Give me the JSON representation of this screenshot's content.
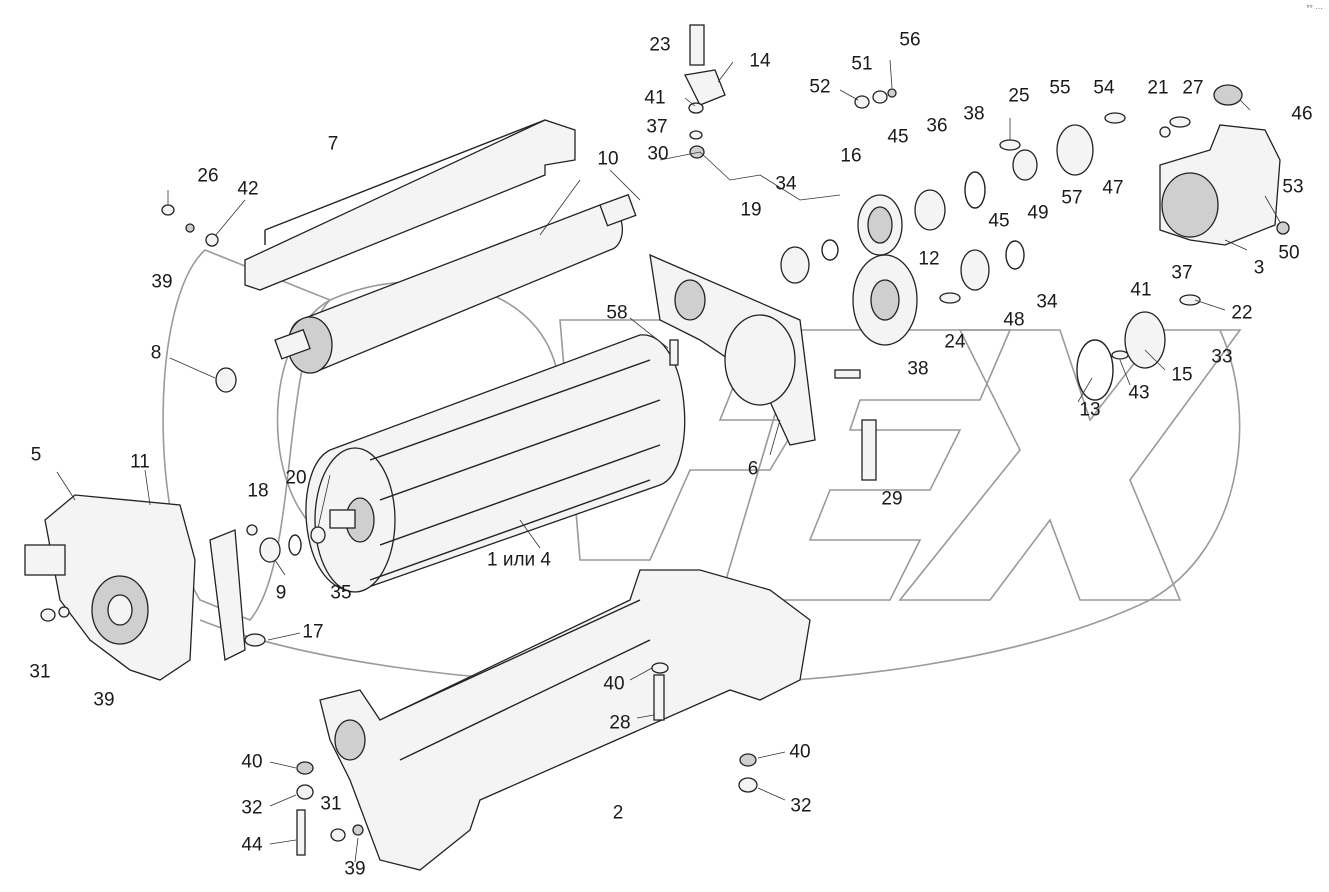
{
  "corner_mark": "°° ···",
  "callouts": [
    {
      "id": "c23",
      "text": "23"
    },
    {
      "id": "c14",
      "text": "14"
    },
    {
      "id": "c56",
      "text": "56"
    },
    {
      "id": "c51",
      "text": "51"
    },
    {
      "id": "c52",
      "text": "52"
    },
    {
      "id": "c41a",
      "text": "41"
    },
    {
      "id": "c37a",
      "text": "37"
    },
    {
      "id": "c30",
      "text": "30"
    },
    {
      "id": "c10",
      "text": "10"
    },
    {
      "id": "c7",
      "text": "7"
    },
    {
      "id": "c26",
      "text": "26"
    },
    {
      "id": "c42",
      "text": "42"
    },
    {
      "id": "c39a",
      "text": "39"
    },
    {
      "id": "c8",
      "text": "8"
    },
    {
      "id": "c45a",
      "text": "45"
    },
    {
      "id": "c16",
      "text": "16"
    },
    {
      "id": "c36",
      "text": "36"
    },
    {
      "id": "c38a",
      "text": "38"
    },
    {
      "id": "c25",
      "text": "25"
    },
    {
      "id": "c55",
      "text": "55"
    },
    {
      "id": "c54",
      "text": "54"
    },
    {
      "id": "c21",
      "text": "21"
    },
    {
      "id": "c27",
      "text": "27"
    },
    {
      "id": "c46",
      "text": "46"
    },
    {
      "id": "c34a",
      "text": "34"
    },
    {
      "id": "c19",
      "text": "19"
    },
    {
      "id": "c45b",
      "text": "45"
    },
    {
      "id": "c49",
      "text": "49"
    },
    {
      "id": "c57",
      "text": "57"
    },
    {
      "id": "c47",
      "text": "47"
    },
    {
      "id": "c53",
      "text": "53"
    },
    {
      "id": "c50",
      "text": "50"
    },
    {
      "id": "c3",
      "text": "3"
    },
    {
      "id": "c12",
      "text": "12"
    },
    {
      "id": "c34b",
      "text": "34"
    },
    {
      "id": "c48",
      "text": "48"
    },
    {
      "id": "c37b",
      "text": "37"
    },
    {
      "id": "c41b",
      "text": "41"
    },
    {
      "id": "c22",
      "text": "22"
    },
    {
      "id": "c58",
      "text": "58"
    },
    {
      "id": "c24",
      "text": "24"
    },
    {
      "id": "c38b",
      "text": "38"
    },
    {
      "id": "c33",
      "text": "33"
    },
    {
      "id": "c15",
      "text": "15"
    },
    {
      "id": "c43",
      "text": "43"
    },
    {
      "id": "c13",
      "text": "13"
    },
    {
      "id": "c6",
      "text": "6"
    },
    {
      "id": "c29",
      "text": "29"
    },
    {
      "id": "c5",
      "text": "5"
    },
    {
      "id": "c11",
      "text": "11"
    },
    {
      "id": "c18",
      "text": "18"
    },
    {
      "id": "c20",
      "text": "20"
    },
    {
      "id": "c9",
      "text": "9"
    },
    {
      "id": "c35",
      "text": "35"
    },
    {
      "id": "c1or4",
      "text": "1 или 4"
    },
    {
      "id": "c17",
      "text": "17"
    },
    {
      "id": "c31a",
      "text": "31"
    },
    {
      "id": "c39b",
      "text": "39"
    },
    {
      "id": "c40a",
      "text": "40"
    },
    {
      "id": "c28",
      "text": "28"
    },
    {
      "id": "c40b",
      "text": "40"
    },
    {
      "id": "c32b",
      "text": "32"
    },
    {
      "id": "c2",
      "text": "2"
    },
    {
      "id": "c40c",
      "text": "40"
    },
    {
      "id": "c32a",
      "text": "32"
    },
    {
      "id": "c31b",
      "text": "31"
    },
    {
      "id": "c44",
      "text": "44"
    },
    {
      "id": "c39c",
      "text": "39"
    }
  ]
}
